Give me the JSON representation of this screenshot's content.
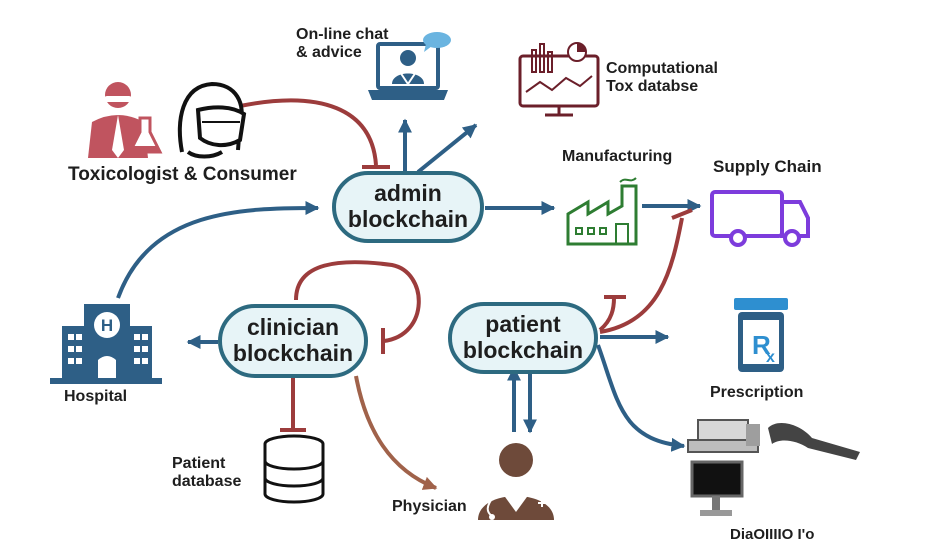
{
  "nodes": {
    "admin": "admin\nblockchain",
    "clinician": "clinician\nblockchain",
    "patient": "patient\nblockchain"
  },
  "labels": {
    "toxicologist_consumer": "Toxicologist & Consumer",
    "online_chat": "On-line chat\n& advice",
    "computational_tox": "Computational\nTox databse",
    "manufacturing": "Manufacturing",
    "supply_chain": "Supply Chain",
    "hospital": "Hospital",
    "prescription": "Prescription",
    "patient_database": "Patient\ndatabase",
    "physician": "Physician",
    "devices_partial": "DiaOIIIIO I'o"
  },
  "icons": {
    "toxicologist": "scientist-icon",
    "consumer": "masked-person-icon",
    "online_chat": "laptop-doctor-chat-icon",
    "computational_tox": "monitor-chart-icon",
    "manufacturing": "factory-icon",
    "supply_chain": "truck-icon",
    "hospital": "hospital-icon",
    "prescription": "rx-bottle-icon",
    "patient_database": "database-icon",
    "physician": "doctor-icon",
    "devices": "medical-devices-icon"
  },
  "colors": {
    "arrow_blue": "#2e5f86",
    "arrow_red": "#9c3c3c",
    "arrow_brown": "#a0624a",
    "node_fill": "#e7f4f7",
    "node_border": "#2d6a80",
    "toxicologist": "#c0545f",
    "manufacturing": "#2e7d32",
    "supply_chain": "#7d3cdc",
    "hospital": "#2e5f86",
    "computational_tox": "#6b1f2a",
    "physician": "#6e4a3a"
  }
}
